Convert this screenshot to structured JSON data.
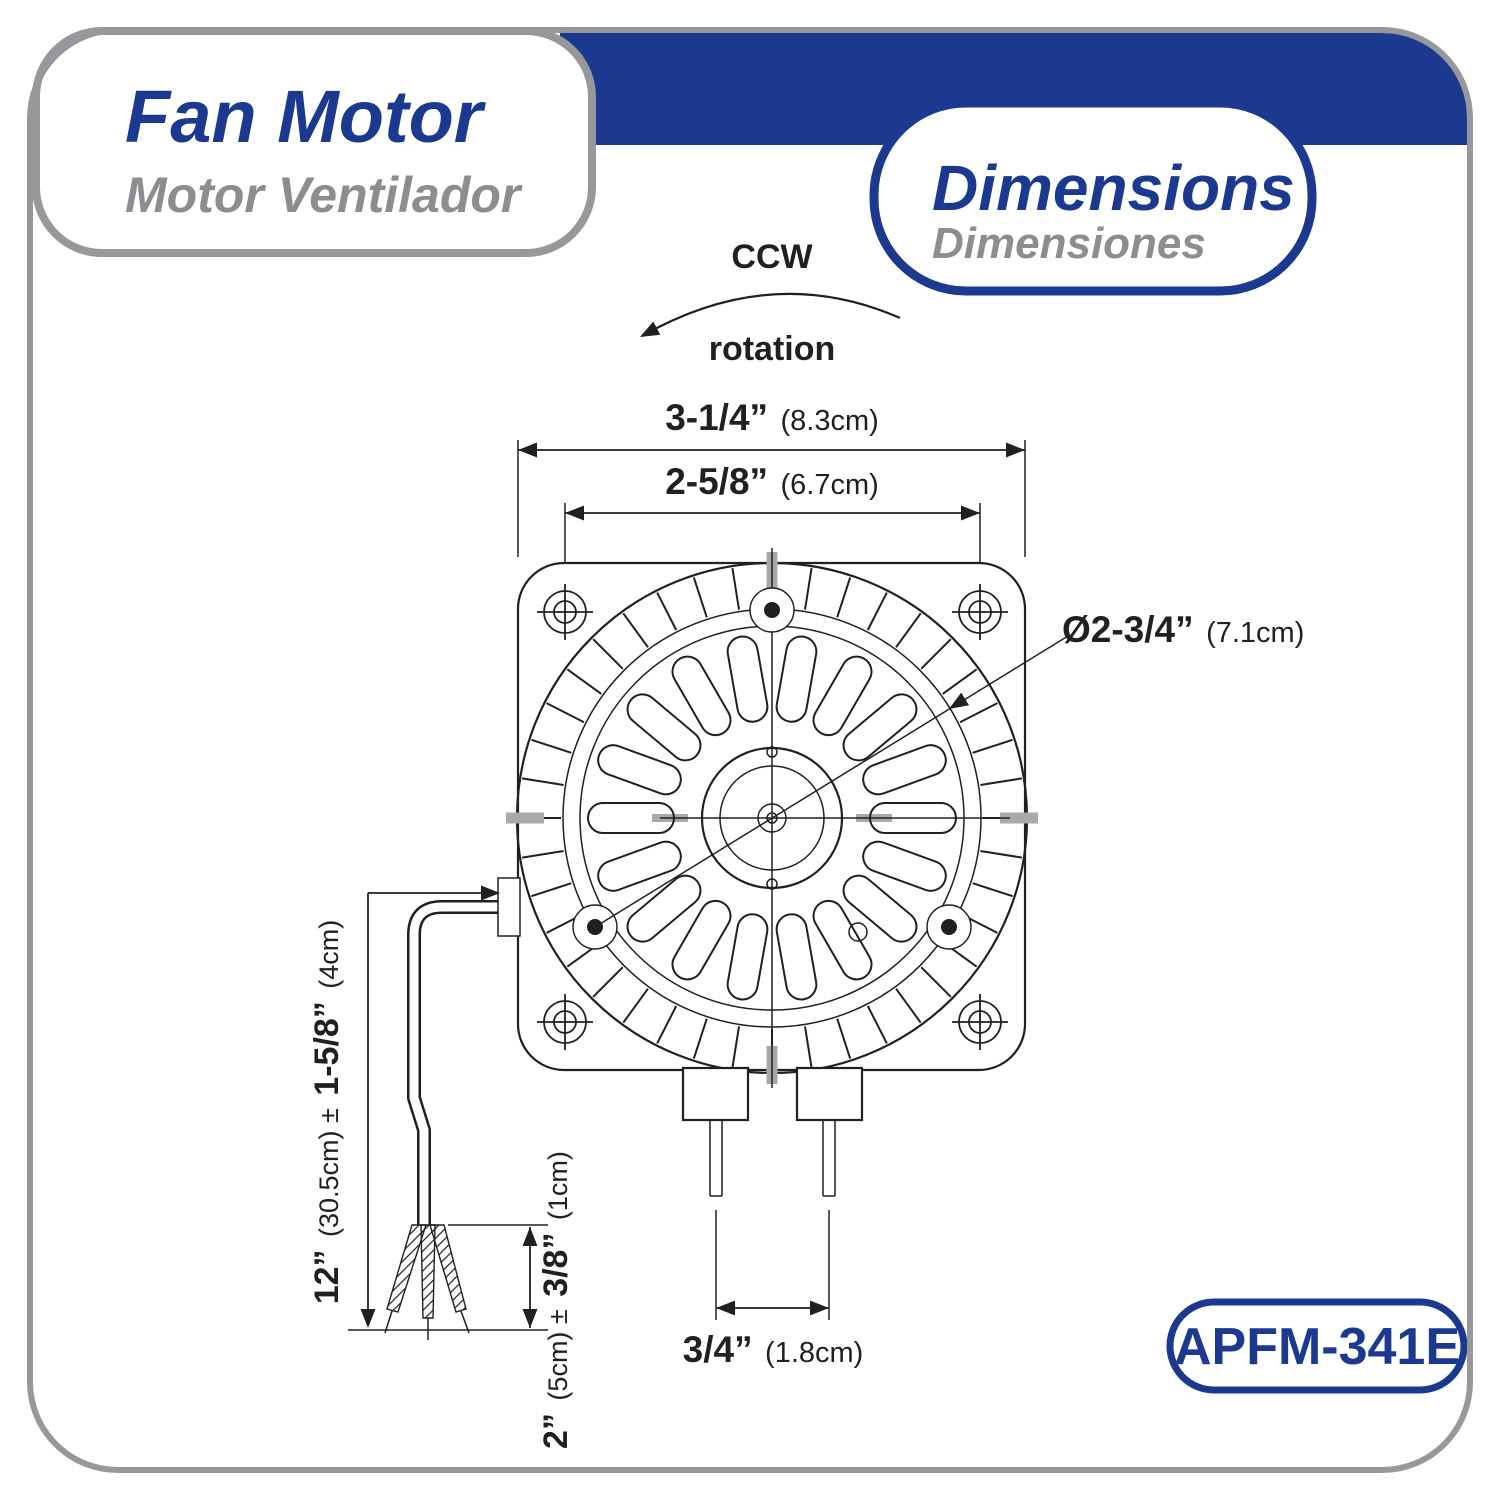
{
  "header": {
    "product_title": "Fan Motor",
    "product_subtitle": "Motor Ventilador",
    "panel_title": "Dimensions",
    "panel_subtitle": "Dimensiones"
  },
  "rotation": {
    "direction": "CCW",
    "label": "rotation"
  },
  "dims": {
    "overall": {
      "value": "3-1/4”",
      "metric": "(8.3cm)"
    },
    "mount": {
      "value": "2-5/8”",
      "metric": "(6.7cm)"
    },
    "bolt_circle": {
      "value": "Ø2-3/4”",
      "metric": "(7.1cm)"
    },
    "lead": {
      "value": "12”",
      "metric": "(30.5cm) ±",
      "tolerance": "1-5/8”",
      "tolerance_metric": "(4cm)"
    },
    "strip": {
      "value": "2”",
      "metric": "(5cm) ±",
      "tolerance": "3/8”",
      "tolerance_metric": "(1cm)"
    },
    "terminals": {
      "value": "3/4”",
      "metric": "(1.8cm)"
    }
  },
  "model": "APFM-341E",
  "colors": {
    "accent_blue": "#1b3a8f",
    "subtitle_gray": "#8b8d90",
    "border_gray": "#96989b",
    "line_black": "#231f20"
  }
}
